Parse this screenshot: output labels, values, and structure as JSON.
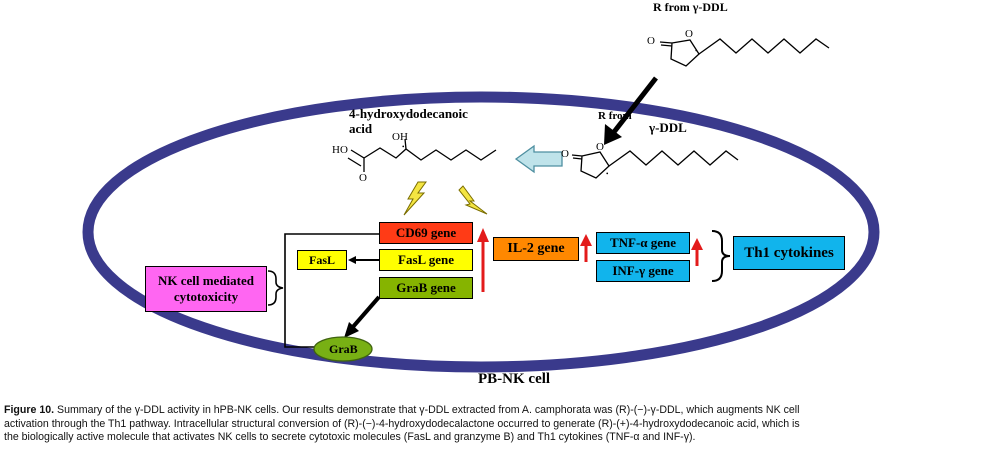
{
  "diagram": {
    "top_label": "R from γ-DDL",
    "inner_label": "R from",
    "inner_label_ddl": "γ-DDL",
    "product_label_line1": "4-hydroxydodecanoic",
    "product_label_line2": "acid",
    "chem": {
      "carbonyl_o": "O",
      "ring_o": "O",
      "oh": "OH",
      "ho": "HO",
      "acid_o": "O",
      "stereo_dot": "•"
    },
    "genes": {
      "cd69": "CD69 gene",
      "fasl": "FasL gene",
      "grab": "GraB gene",
      "il2": "IL-2 gene",
      "tnf": "TNF-α gene",
      "inf": "INF-γ gene"
    },
    "outputs": {
      "fasl": "FasL",
      "grab": "GraB",
      "nk_line1": "NK cell mediated",
      "nk_line2": "cytotoxicity",
      "th1": "Th1 cytokines"
    },
    "cell_label": "PB-NK cell",
    "colors": {
      "ellipse": "#3a3a8c",
      "cd69": "#ff3b16",
      "fasl": "#ffff00",
      "grab": "#86b400",
      "il2": "#ff8800",
      "tnf": "#11b4ec",
      "th1": "#11b4ec",
      "nk": "#ff66f2",
      "grab_oval": "#78b014",
      "up_arrow": "#e31b1b",
      "hollow_arrow": "#bfe3ea"
    }
  },
  "caption": {
    "figure_label": "Figure 10.",
    "line1": "Summary of the γ-DDL activity in hPB-NK cells. Our results demonstrate that γ-DDL extracted from A. camphorata was (R)-(−)-γ-DDL, which augments NK cell",
    "line2": "activation through the Th1 pathway. Intracellular structural conversion of (R)-(−)-4-hydroxydodecalactone occurred to generate (R)-(+)-4-hydroxydodecanoic acid, which is",
    "line3": "the biologically active molecule that activates NK cells to secrete cytotoxic molecules (FasL and granzyme B) and Th1 cytokines (TNF-α and INF-γ)."
  }
}
